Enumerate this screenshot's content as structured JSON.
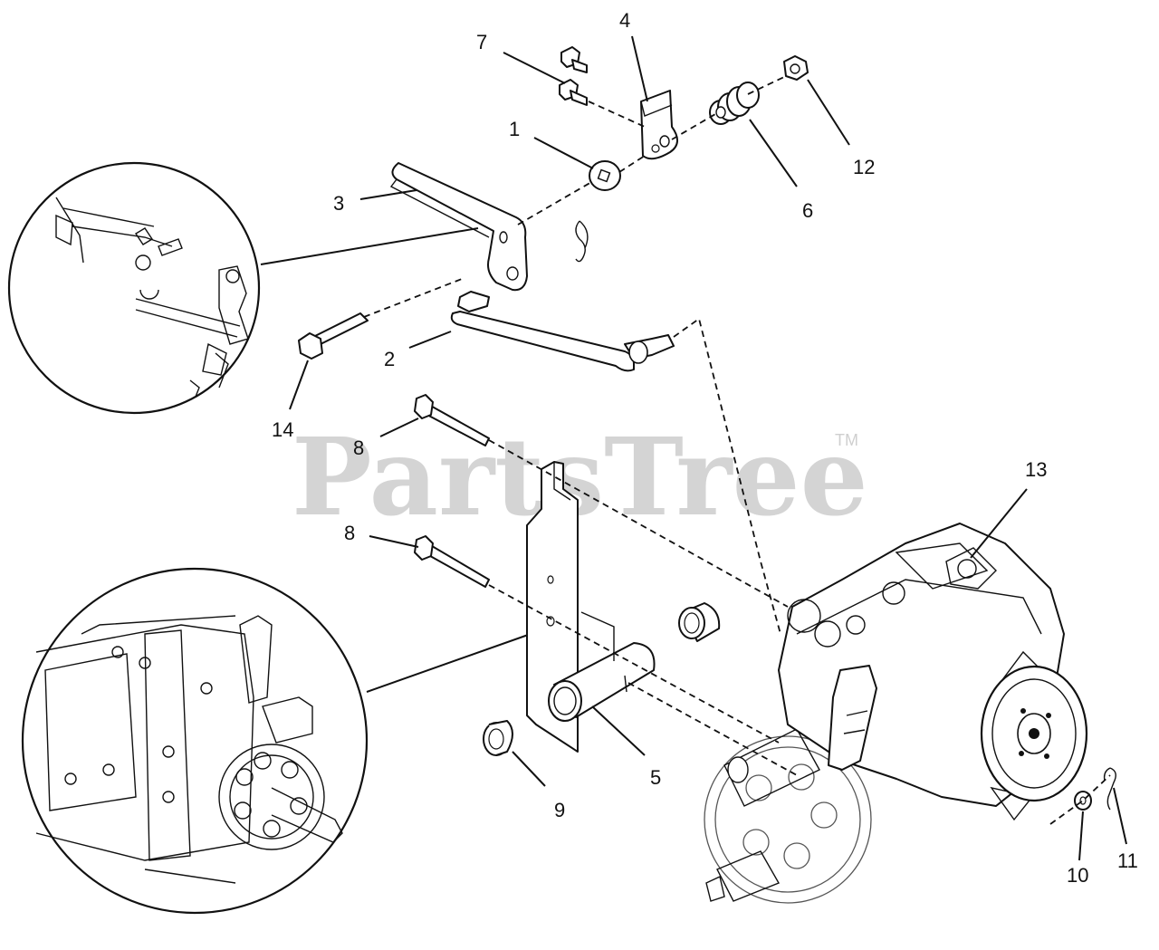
{
  "watermark": {
    "text": "PartsTree",
    "trademark": "TM"
  },
  "callouts": [
    {
      "id": "c1",
      "label": "1"
    },
    {
      "id": "c2",
      "label": "2"
    },
    {
      "id": "c3",
      "label": "3"
    },
    {
      "id": "c4",
      "label": "4"
    },
    {
      "id": "c5",
      "label": "5"
    },
    {
      "id": "c6",
      "label": "6"
    },
    {
      "id": "c7",
      "label": "7"
    },
    {
      "id": "c8a",
      "label": "8"
    },
    {
      "id": "c8b",
      "label": "8"
    },
    {
      "id": "c9",
      "label": "9"
    },
    {
      "id": "c10",
      "label": "10"
    },
    {
      "id": "c11",
      "label": "11"
    },
    {
      "id": "c12",
      "label": "12"
    },
    {
      "id": "c13",
      "label": "13"
    },
    {
      "id": "c14",
      "label": "14"
    }
  ]
}
